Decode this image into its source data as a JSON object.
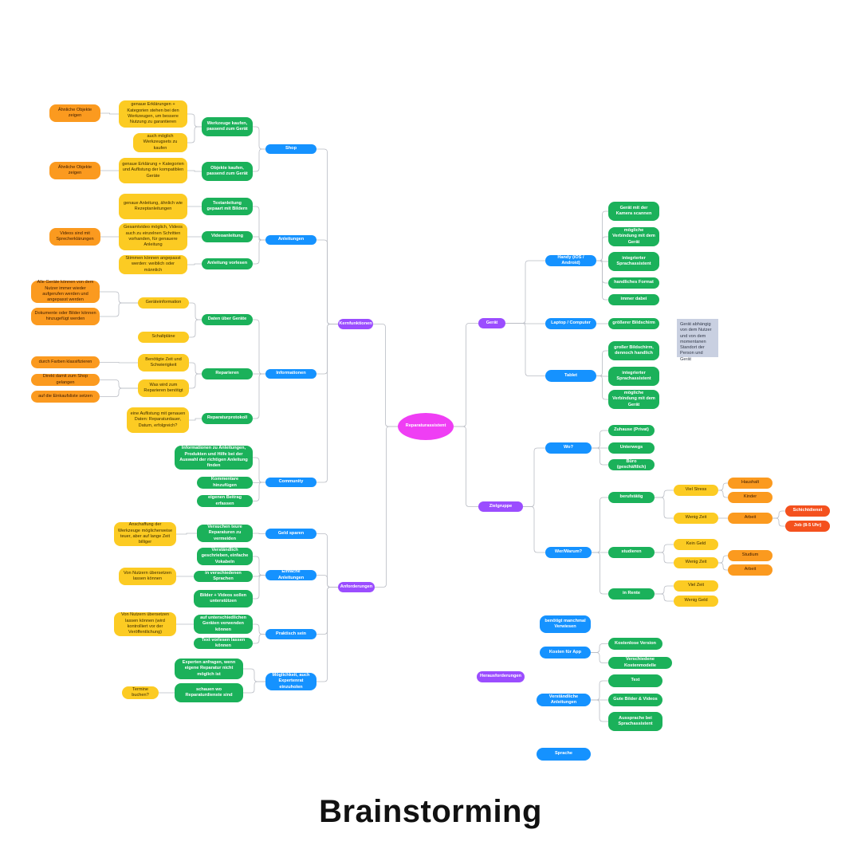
{
  "title": "Brainstorming",
  "colors": {
    "purple": "#9b4dff",
    "blue": "#1592ff",
    "green": "#1bb15a",
    "yellow": "#fccb23",
    "orange": "#fb9a1f",
    "red": "#f4511e",
    "magenta": "#ef3ef4",
    "note": "#c9d0e1",
    "line": "#b9bcc4"
  },
  "nodes": {
    "root": {
      "label": "Reparaturassistent",
      "color": "magenta"
    },
    "kern": {
      "label": "Kernfunktionen",
      "color": "purple"
    },
    "anf": {
      "label": "Anforderungen",
      "color": "purple"
    },
    "geraet": {
      "label": "Gerät",
      "color": "purple"
    },
    "ziel": {
      "label": "Zielgruppe",
      "color": "purple"
    },
    "heraus": {
      "label": "Herausforderungen",
      "color": "purple"
    },
    "shop": {
      "label": "Shop",
      "color": "blue"
    },
    "anl": {
      "label": "Anleitungen",
      "color": "blue"
    },
    "info": {
      "label": "Informationen",
      "color": "blue"
    },
    "comm": {
      "label": "Community",
      "color": "blue"
    },
    "wz": {
      "label": "Werkzeuge kaufen, passend zum Gerät",
      "color": "green"
    },
    "obj": {
      "label": "Objekte kaufen, passend zum Gerät",
      "color": "green"
    },
    "wz_y1": {
      "label": "genaue Erklärungen + Kategorien stehen bei den Werkzeugen, um bessere Nutzung zu garantieren",
      "color": "yellow"
    },
    "wz_y2": {
      "label": "auch möglich Werkzeugsets zu kaufen",
      "color": "yellow"
    },
    "wz_o1": {
      "label": "Ähnliche Objekte zeigen",
      "color": "orange"
    },
    "obj_y1": {
      "label": "genaue Erklärung + Kategorien und Auflistung der kompatiblen Geräte",
      "color": "yellow"
    },
    "obj_o1": {
      "label": "Ähnliche Objekte zeigen",
      "color": "orange"
    },
    "txt": {
      "label": "Textanleitung gepaart mit Bildern",
      "color": "green"
    },
    "vid": {
      "label": "Videoanleitung",
      "color": "green"
    },
    "vor": {
      "label": "Anleitung vorlesen",
      "color": "green"
    },
    "txt_y": {
      "label": "genaue Anleitung, ähnlich wie Rezeptanleitungen",
      "color": "yellow"
    },
    "vid_y": {
      "label": "Gesamtvideo möglich, Videos auch zu einzelnen Schritten vorhanden, für genauere Anleitung",
      "color": "yellow"
    },
    "vid_o": {
      "label": "Videos sind mit Sprecherklärungen",
      "color": "orange"
    },
    "vor_y": {
      "label": "Stimmen können angepasst werden: weiblich oder männlich",
      "color": "yellow"
    },
    "dat": {
      "label": "Daten über Geräte",
      "color": "green"
    },
    "rep": {
      "label": "Reparieren",
      "color": "green"
    },
    "prot": {
      "label": "Reparaturprotokoll",
      "color": "green"
    },
    "ginfo": {
      "label": "Geräteinformation",
      "color": "yellow"
    },
    "schalt": {
      "label": "Schaltpläne",
      "color": "yellow"
    },
    "ginfo_o1": {
      "label": "Alle Geräte können von dem Nutzer immer wieder aufgerufen werden und angepasst werden",
      "color": "orange"
    },
    "ginfo_o2": {
      "label": "Dokumente oder Bilder können hinzugefügt werden",
      "color": "orange"
    },
    "zeit": {
      "label": "Benötigte Zeit und Schwierigkeit",
      "color": "yellow"
    },
    "was": {
      "label": "Was wird zum Reparieren benötigt",
      "color": "yellow"
    },
    "zeit_o": {
      "label": "durch Farben klassifizieren",
      "color": "orange"
    },
    "was_o1": {
      "label": "Direkt damit zum Shop gelangen",
      "color": "orange"
    },
    "was_o2": {
      "label": "auf die Einkaufsliste setzen",
      "color": "orange"
    },
    "prot_y": {
      "label": "eine Auflistung mit genauen Daten: Reparaturdauer, Datum, erfolgreich?",
      "color": "yellow"
    },
    "comm_g1": {
      "label": "Informationen zu Anleitungen, Produkten und Hilfe bei der Auswahl der richtigen Anleitung finden",
      "color": "green"
    },
    "comm_g2": {
      "label": "Kommentare hinzufügen",
      "color": "green"
    },
    "comm_g3": {
      "label": "eigenen Beitrag erfassen",
      "color": "green"
    },
    "geld": {
      "label": "Geld sparen",
      "color": "blue"
    },
    "einf": {
      "label": "Einfache Anleitungen",
      "color": "blue"
    },
    "prak": {
      "label": "Praktisch sein",
      "color": "blue"
    },
    "exp": {
      "label": "Möglichkeit, auch Expertenrat einzuholen",
      "color": "blue"
    },
    "geld_g": {
      "label": "Versuchen teure Reparaturen zu vermeiden",
      "color": "green"
    },
    "geld_y": {
      "label": "Anschaffung der Werkzeuge möglicherweise teuer, aber auf lange Zeit billiger",
      "color": "yellow"
    },
    "einf_g1": {
      "label": "Verständlich geschrieben, einfache Vokabeln",
      "color": "green"
    },
    "einf_g2": {
      "label": "in verschiedenen Sprachen",
      "color": "green"
    },
    "einf_g3": {
      "label": "Bilder + Videos sollen unterstützen",
      "color": "green"
    },
    "einf_y": {
      "label": "Von Nutzern übersetzen lassen können",
      "color": "yellow"
    },
    "prak_g1": {
      "label": "auf unterschiedlichen Geräten verwenden können",
      "color": "green"
    },
    "prak_g2": {
      "label": "Text vorlesen lassen können",
      "color": "green"
    },
    "prak_y": {
      "label": "Von Nutzern übersetzen lassen können (wird kontrolliert vor der Veröffentlichung)",
      "color": "yellow"
    },
    "exp_g1": {
      "label": "Experten anfragen, wenn eigene Reparatur nicht möglich ist",
      "color": "green"
    },
    "exp_g2": {
      "label": "schauen wo Reparaturdienste sind",
      "color": "green"
    },
    "exp_y": {
      "label": "Termine buchen?",
      "color": "yellow"
    },
    "handy": {
      "label": "Handy (iOS / Android)",
      "color": "blue"
    },
    "laptop": {
      "label": "Laptop / Computer",
      "color": "blue"
    },
    "tablet": {
      "label": "Tablet",
      "color": "blue"
    },
    "h1": {
      "label": "Gerät mit der Kamera scannen",
      "color": "green"
    },
    "h2": {
      "label": "mögliche Verbindung mit dem Gerät",
      "color": "green"
    },
    "h3": {
      "label": "integrierter Sprachassistent",
      "color": "green"
    },
    "h4": {
      "label": "handliches Format",
      "color": "green"
    },
    "h5": {
      "label": "immer dabei",
      "color": "green"
    },
    "l1": {
      "label": "größerer Bildschirm",
      "color": "green"
    },
    "t1": {
      "label": "großer Bildschirm, dennoch handlich",
      "color": "green"
    },
    "t2": {
      "label": "integrierter Sprachassistent",
      "color": "green"
    },
    "t3": {
      "label": "mögliche Verbindung mit dem Gerät",
      "color": "green"
    },
    "note": {
      "label": "Gerät abhängig von dem Nutzer und von dem momentanen Standort der Person und Gerät",
      "color": "note"
    },
    "wo": {
      "label": "Wo?",
      "color": "blue"
    },
    "wo1": {
      "label": "Zuhause (Privat)",
      "color": "green"
    },
    "wo2": {
      "label": "Unterwegs",
      "color": "green"
    },
    "wo3": {
      "label": "Büro (geschäftlich)",
      "color": "green"
    },
    "wer": {
      "label": "Wer/Warum?",
      "color": "blue"
    },
    "beruf": {
      "label": "berufstätig",
      "color": "green"
    },
    "stud": {
      "label": "studieren",
      "color": "green"
    },
    "rente": {
      "label": "in Rente",
      "color": "green"
    },
    "b_stress": {
      "label": "Viel Stress",
      "color": "yellow"
    },
    "b_wz": {
      "label": "Wenig Zeit",
      "color": "yellow"
    },
    "haus": {
      "label": "Haushalt",
      "color": "orange"
    },
    "kinder": {
      "label": "Kinder",
      "color": "orange"
    },
    "arbeit1": {
      "label": "Arbeit",
      "color": "orange"
    },
    "schicht": {
      "label": "Schichtdienst",
      "color": "red"
    },
    "job": {
      "label": "Job (8-5 Uhr)",
      "color": "red"
    },
    "s_geld": {
      "label": "Kein Geld",
      "color": "yellow"
    },
    "s_wz": {
      "label": "Wenig Zeit",
      "color": "yellow"
    },
    "studium": {
      "label": "Studium",
      "color": "orange"
    },
    "arbeit2": {
      "label": "Arbeit",
      "color": "orange"
    },
    "r_zeit": {
      "label": "Viel Zeit",
      "color": "yellow"
    },
    "r_geld": {
      "label": "Wenig Geld",
      "color": "yellow"
    },
    "verw": {
      "label": "benötigt manchmal Verwiesen",
      "color": "blue"
    },
    "kosten": {
      "label": "Kosten für App",
      "color": "blue"
    },
    "k1": {
      "label": "Kostenlose Version",
      "color": "green"
    },
    "k2": {
      "label": "Verschiedene Kostenmodelle",
      "color": "green"
    },
    "va": {
      "label": "Verständliche Anleitungen",
      "color": "blue"
    },
    "va1": {
      "label": "Text",
      "color": "green"
    },
    "va2": {
      "label": "Gute Bilder & Videos",
      "color": "green"
    },
    "va3": {
      "label": "Aussprache bei Sprachassistent",
      "color": "green"
    },
    "sprache": {
      "label": "Sprache",
      "color": "blue"
    }
  }
}
